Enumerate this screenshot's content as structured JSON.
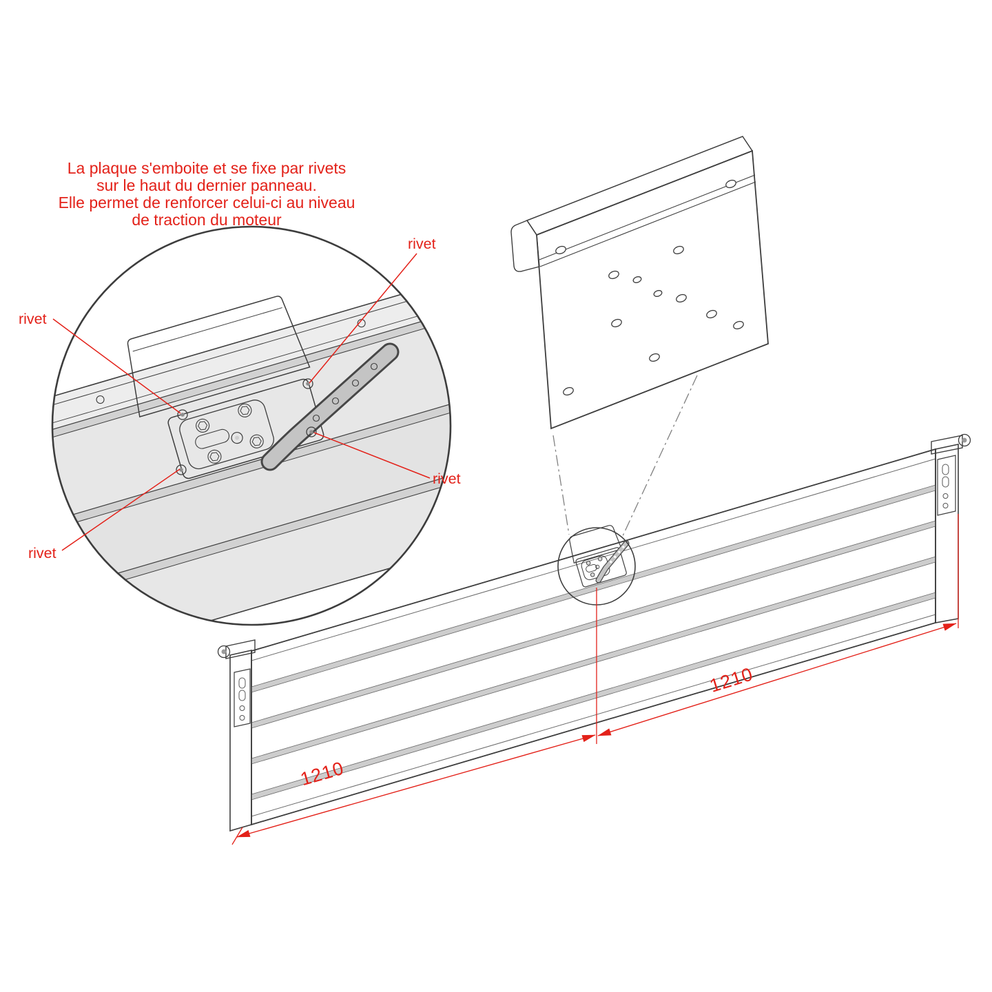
{
  "annotation": {
    "lines": [
      "La plaque s'emboite et se fixe par rivets",
      "sur le haut du dernier panneau.",
      "Elle permet de renforcer celui-ci au niveau",
      "de traction du moteur"
    ]
  },
  "callouts": {
    "rivet_top": "rivet",
    "rivet_left": "rivet",
    "rivet_right": "rivet",
    "rivet_bottom": "rivet"
  },
  "dimensions": {
    "segment_left": "1210",
    "segment_right": "1210"
  },
  "colors": {
    "accent_red": "#e32119",
    "line": "#3d3d3d",
    "panel_fill": "#e8e8e8",
    "groove_fill": "#cdcdcd"
  }
}
